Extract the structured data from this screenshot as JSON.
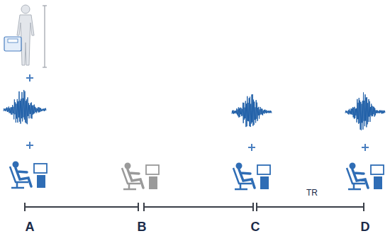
{
  "diagram": {
    "labels": [
      "A",
      "B",
      "C",
      "D",
      "TR"
    ]
  }
}
